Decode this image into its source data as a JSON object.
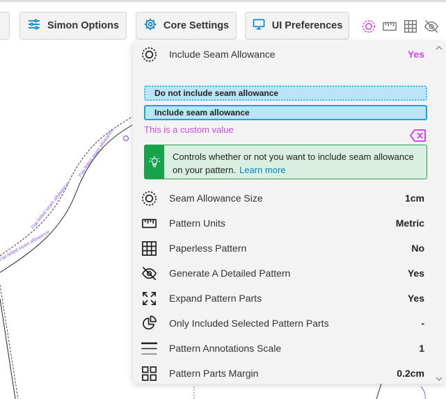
{
  "toolbar": {
    "buttons": [
      {
        "label": ""
      },
      {
        "label": "Simon Options"
      },
      {
        "label": "Core Settings"
      },
      {
        "label": "UI Preferences"
      }
    ]
  },
  "panel": {
    "header": {
      "label": "Include Seam Allowance",
      "value": "Yes"
    },
    "options": [
      {
        "label": "Do not include seam allowance"
      },
      {
        "label": "Include seam allowance"
      }
    ],
    "custom_note": "This is a custom value",
    "info": {
      "text": "Controls whether or not you want to include seam allowance on your pattern.",
      "link": "Learn more"
    },
    "settings": [
      {
        "label": "Seam Allowance Size",
        "value": "1cm"
      },
      {
        "label": "Pattern Units",
        "value": "Metric"
      },
      {
        "label": "Paperless Pattern",
        "value": "No"
      },
      {
        "label": "Generate A Detailed Pattern",
        "value": "Yes"
      },
      {
        "label": "Expand Pattern Parts",
        "value": "Yes"
      },
      {
        "label": "Only Included Selected Pattern Parts",
        "value": "-"
      },
      {
        "label": "Pattern Annotations Scale",
        "value": "1"
      },
      {
        "label": "Pattern Parts Margin",
        "value": "0.2cm"
      }
    ]
  },
  "colors": {
    "accent": "#d946ef",
    "option_bg": "#bde4f6",
    "option_border": "#0ea5e9",
    "info_bg": "#d8efe2",
    "info_accent": "#16a34a",
    "link": "#0284c7"
  },
  "canvas": {
    "path_label": "Flat-felled seam allowance"
  }
}
